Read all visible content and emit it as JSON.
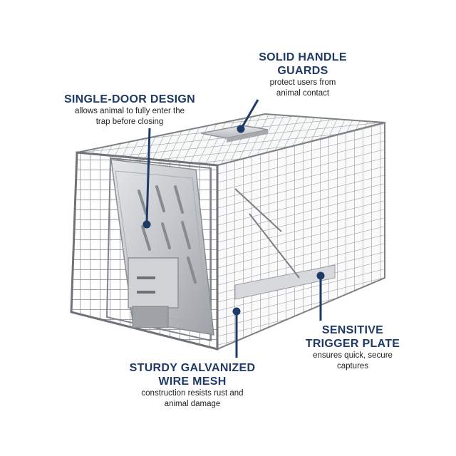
{
  "callouts": {
    "handle": {
      "title": "SOLID HANDLE\nGUARDS",
      "desc": "protect users from\nanimal contact"
    },
    "door": {
      "title": "SINGLE-DOOR DESIGN",
      "desc": "allows animal to fully enter the\ntrap before closing"
    },
    "trigger": {
      "title": "SENSITIVE\nTRIGGER PLATE",
      "desc": "ensures quick, secure\ncaptures"
    },
    "mesh": {
      "title": "STURDY GALVANIZED\nWIRE MESH",
      "desc": "construction resists rust and\nanimal damage"
    }
  },
  "colors": {
    "title_text": "#1f3a66",
    "pointer_line": "#1f3a66",
    "wire": "#8e9298",
    "metal_plate": "#c6c9cd"
  }
}
